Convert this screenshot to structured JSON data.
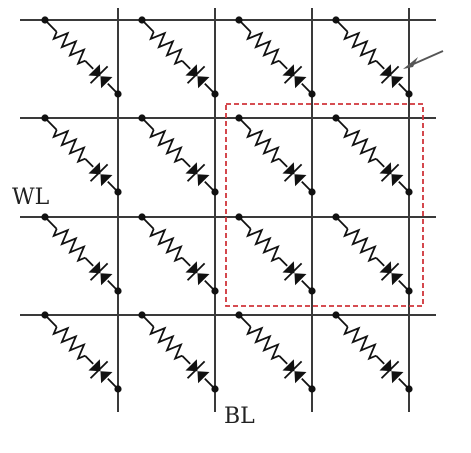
{
  "labels": {
    "word_line": "WL",
    "bit_line": "BL"
  },
  "array": {
    "rows": 4,
    "columns": 4
  },
  "selection_box": {
    "rows": [
      1,
      2
    ],
    "columns": [
      2,
      3
    ],
    "color": "#d0343a"
  },
  "arrow_marker": {
    "row": 0,
    "column": 3
  },
  "colors": {
    "wire": "#3a3a3a",
    "component": "#111111"
  }
}
